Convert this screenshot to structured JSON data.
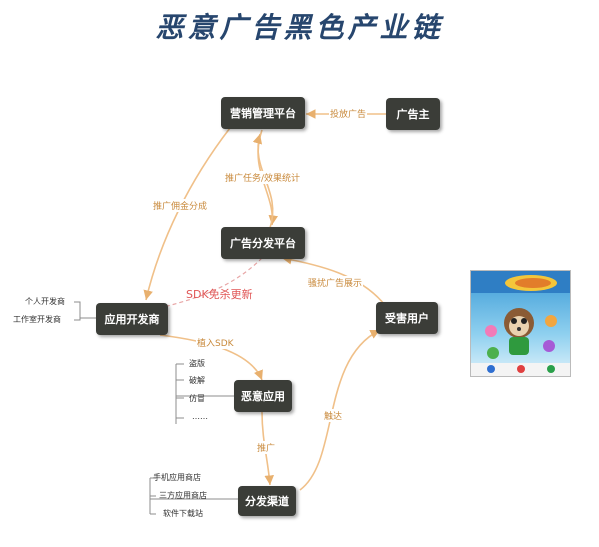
{
  "title": "恶意广告黑色产业链",
  "nodes": {
    "marketing": "营销管理平台",
    "advertiser": "广告主",
    "distribution": "广告分发平台",
    "developer": "应用开发商",
    "victim": "受害用户",
    "malicious_app": "恶意应用",
    "channel": "分发渠道"
  },
  "edge_labels": {
    "advertise": "投放广告",
    "tasks": "推广任务/效果统计",
    "commission": "推广佣金分成",
    "sdk_update": "SDK免杀更新",
    "harass": "骚扰广告展示",
    "implant": "植入SDK",
    "promote": "推广",
    "reach": "触达"
  },
  "developer_types": [
    "个人开发商",
    "工作室开发商"
  ],
  "app_types": [
    "盗版",
    "破解",
    "仿冒",
    "……"
  ],
  "channel_types": [
    "手机应用商店",
    "三方应用商店",
    "软件下载站"
  ],
  "colors": {
    "arrow": "#f0c089",
    "box": "#3b3d38",
    "title": "#27466e",
    "sdk": "#e05555"
  }
}
